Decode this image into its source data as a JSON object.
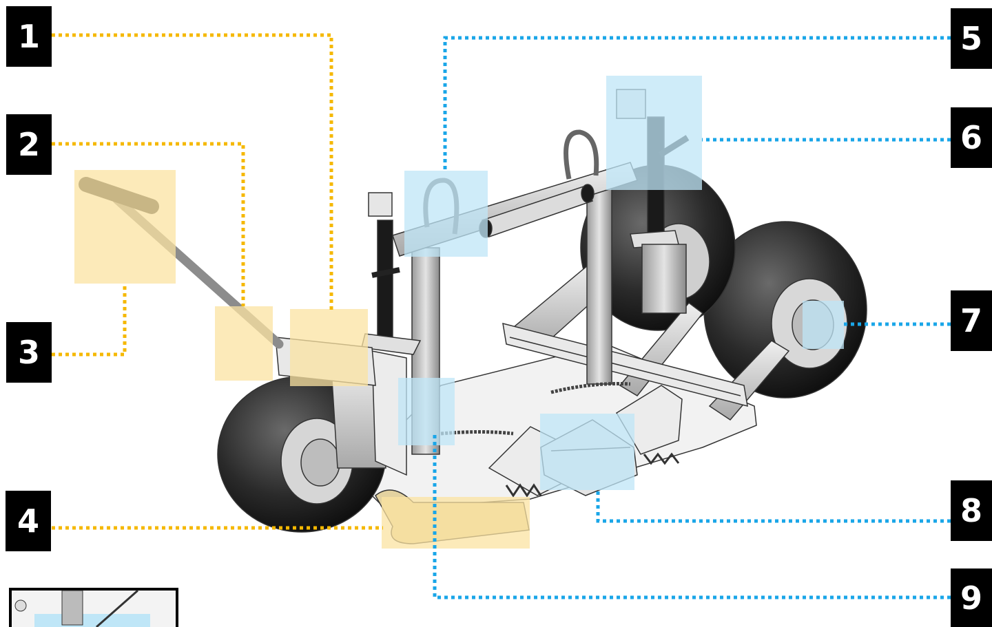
{
  "callouts": [
    {
      "id": "1",
      "label": "1",
      "group": "yellow"
    },
    {
      "id": "2",
      "label": "2",
      "group": "yellow"
    },
    {
      "id": "3",
      "label": "3",
      "group": "yellow"
    },
    {
      "id": "4",
      "label": "4",
      "group": "yellow"
    },
    {
      "id": "5",
      "label": "5",
      "group": "blue"
    },
    {
      "id": "6",
      "label": "6",
      "group": "blue"
    },
    {
      "id": "7",
      "label": "7",
      "group": "blue"
    },
    {
      "id": "8",
      "label": "8",
      "group": "blue"
    },
    {
      "id": "9",
      "label": "9",
      "group": "blue"
    }
  ],
  "colors": {
    "yellow_leader": "#f5b800",
    "yellow_highlight": "#fbe3a2",
    "blue_leader": "#1aa6e8",
    "blue_highlight": "#bfe6f7",
    "callout_bg": "#000000",
    "callout_text": "#ffffff"
  }
}
